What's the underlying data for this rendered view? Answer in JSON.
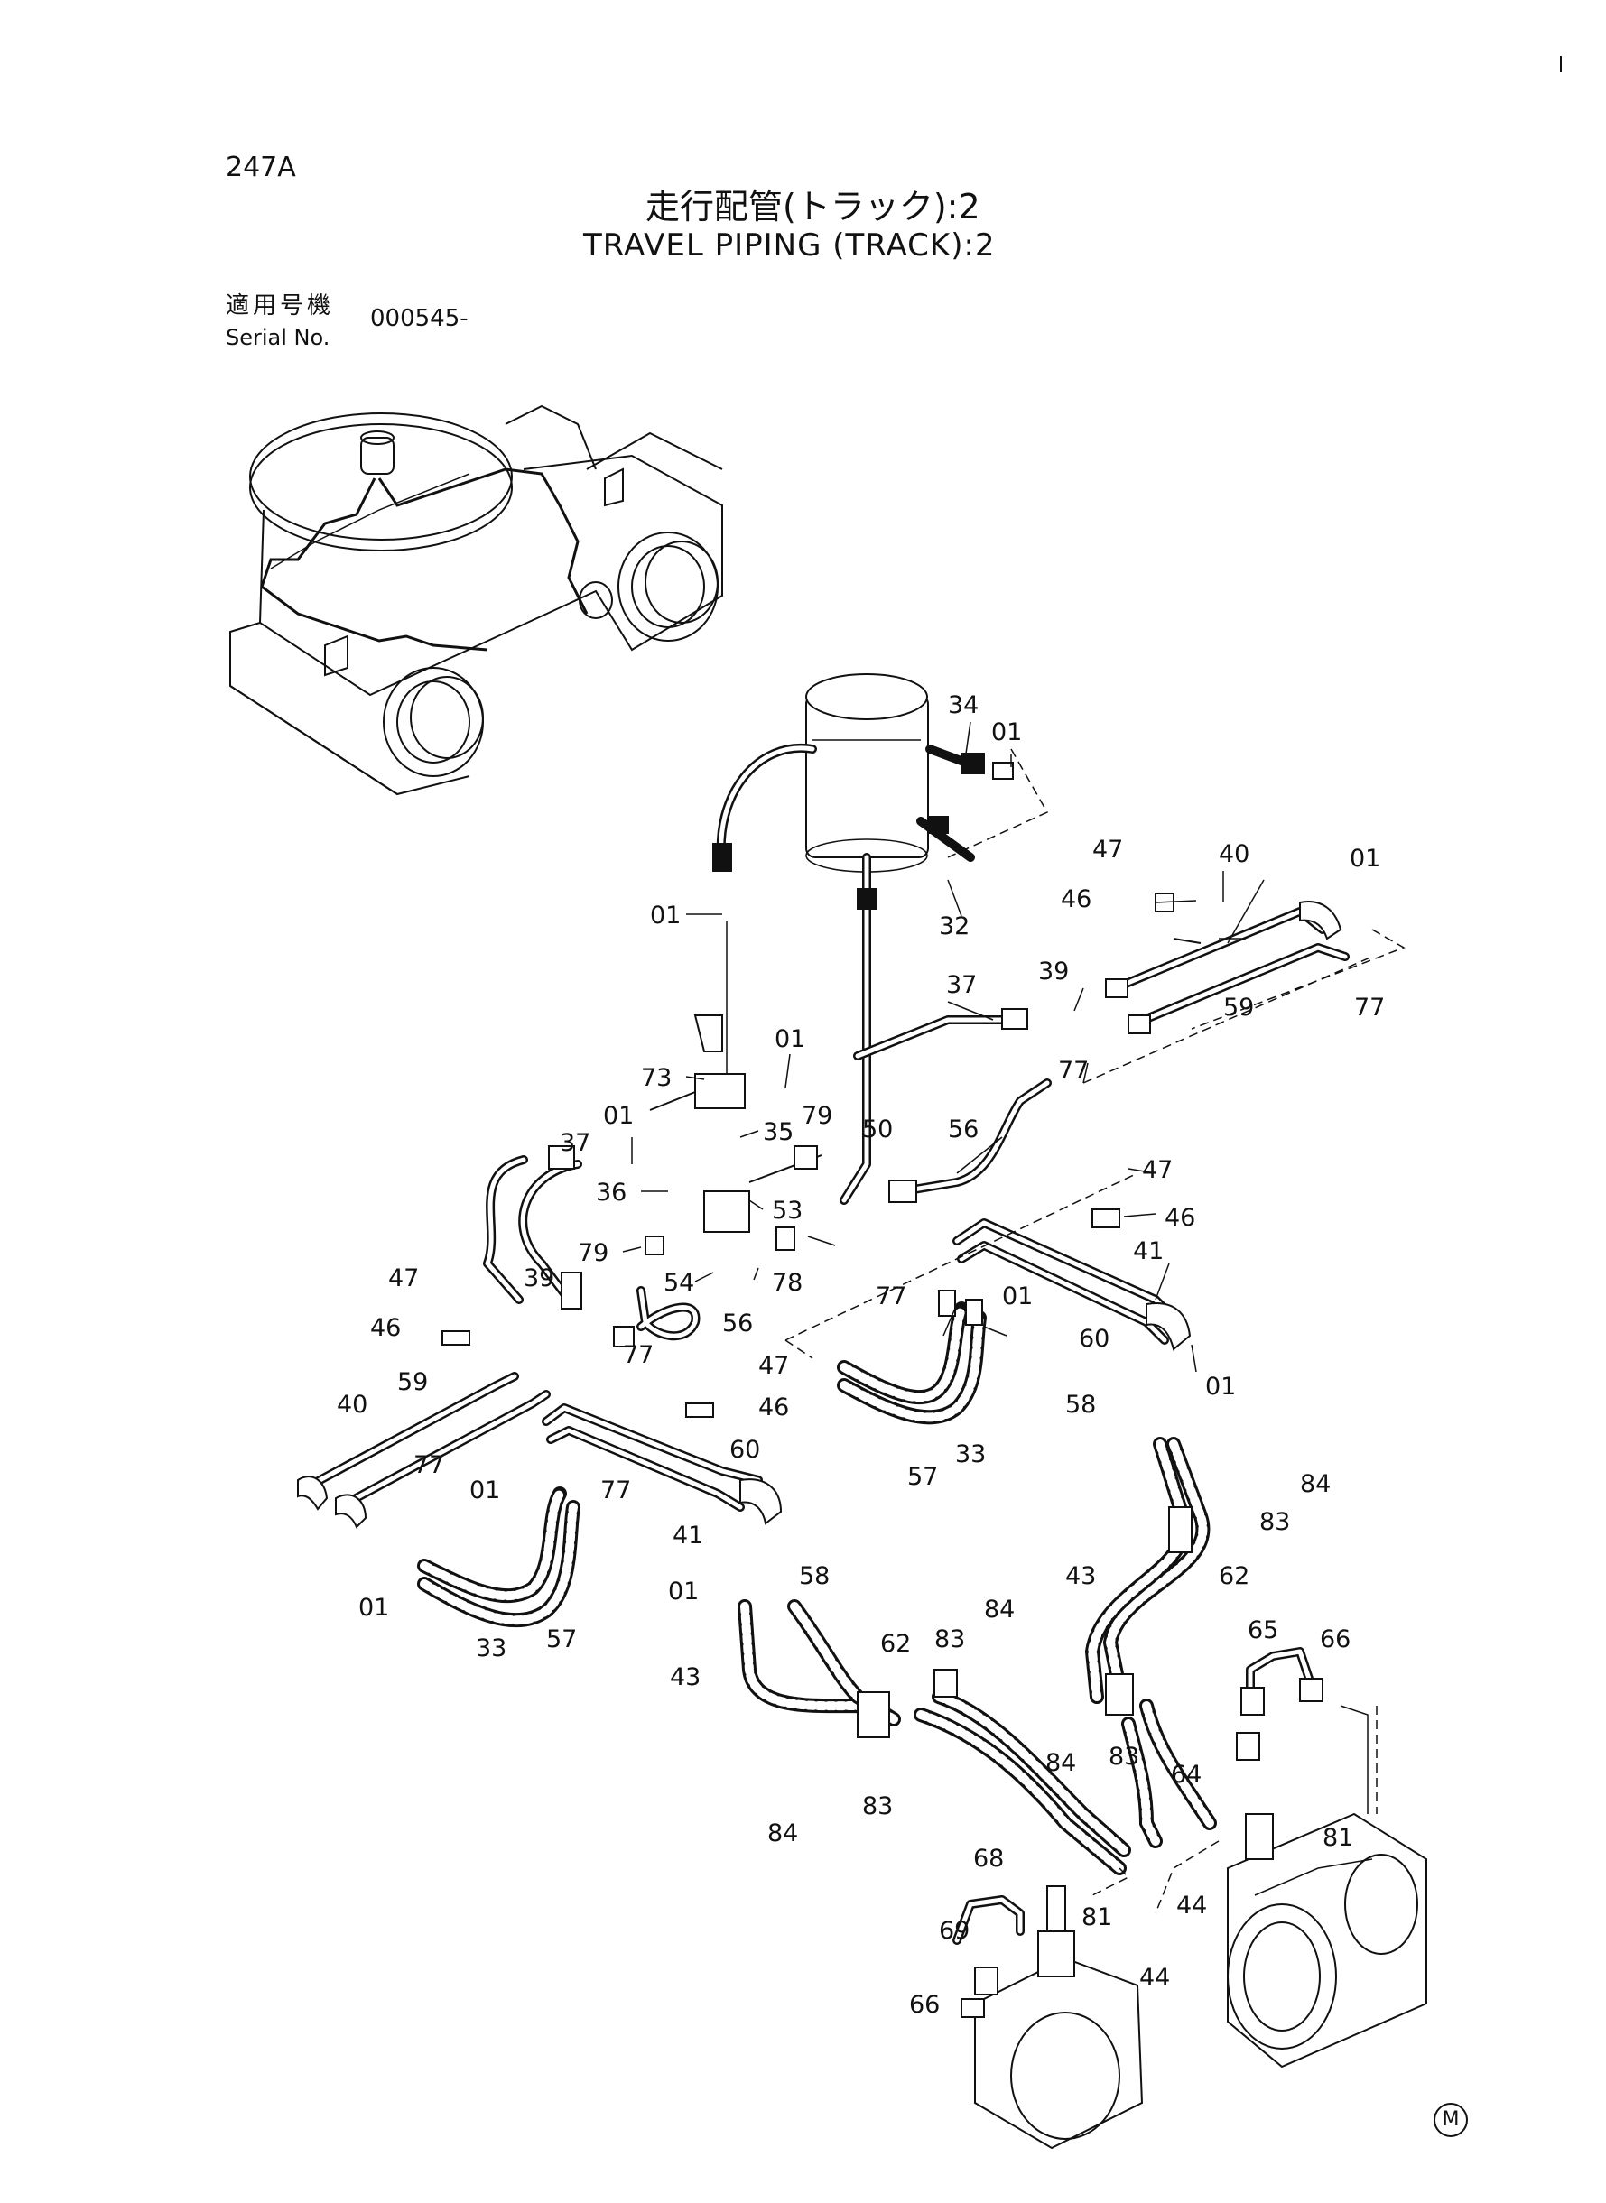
{
  "header": {
    "page_id": "247A",
    "title_jp": "走行配管(トラック):2",
    "title_en": "TRAVEL PIPING (TRACK):2",
    "serial_label_jp": "適用号機",
    "serial_label_en": "Serial No.",
    "serial_value": "000545-"
  },
  "footer": {
    "mark": "M"
  },
  "callouts": [
    "34",
    "01",
    "47",
    "40",
    "01",
    "46",
    "32",
    "01",
    "37",
    "39",
    "59",
    "77",
    "73",
    "01",
    "77",
    "01",
    "79",
    "35",
    "50",
    "56",
    "37",
    "36",
    "53",
    "47",
    "46",
    "79",
    "54",
    "78",
    "41",
    "77",
    "01",
    "47",
    "39",
    "56",
    "46",
    "77",
    "60",
    "47",
    "59",
    "40",
    "46",
    "58",
    "01",
    "77",
    "01",
    "77",
    "60",
    "84",
    "41",
    "83",
    "01",
    "58",
    "43",
    "62",
    "01",
    "62",
    "84",
    "33",
    "57",
    "43",
    "83",
    "65",
    "66",
    "84",
    "84",
    "64",
    "83",
    "83",
    "81",
    "68",
    "44",
    "81",
    "69",
    "44",
    "66",
    "33",
    "57"
  ]
}
